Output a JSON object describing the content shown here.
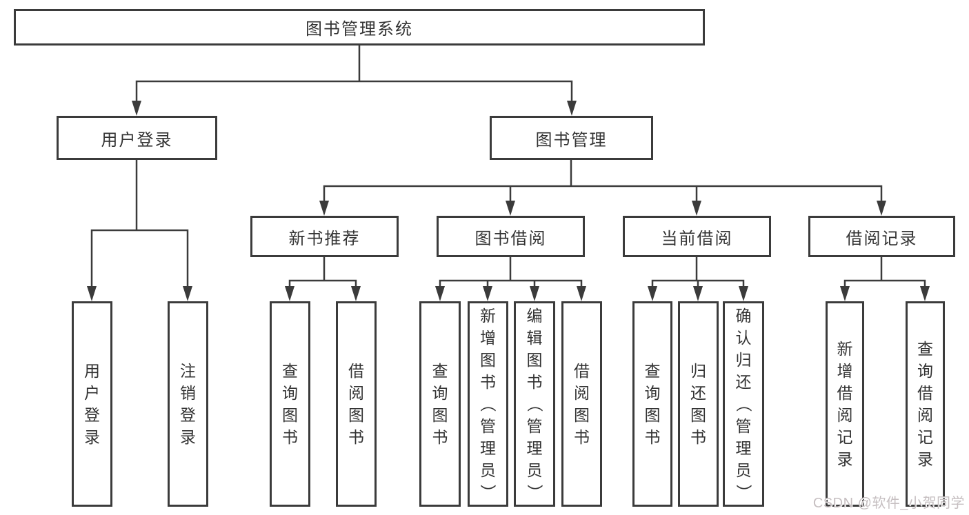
{
  "tree": {
    "label": "图书管理系统",
    "children": [
      {
        "label": "用户登录",
        "children": [
          {
            "label": "用户登录"
          },
          {
            "label": "注销登录"
          }
        ]
      },
      {
        "label": "图书管理",
        "children": [
          {
            "label": "新书推荐",
            "children": [
              {
                "label": "查询图书"
              },
              {
                "label": "借阅图书"
              }
            ]
          },
          {
            "label": "图书借阅",
            "children": [
              {
                "label": "查询图书"
              },
              {
                "label": "新增图书（管理员）"
              },
              {
                "label": "编辑图书（管理员）"
              },
              {
                "label": "借阅图书"
              }
            ]
          },
          {
            "label": "当前借阅",
            "children": [
              {
                "label": "查询图书"
              },
              {
                "label": "归还图书"
              },
              {
                "label": "确认归还（管理员）"
              }
            ]
          },
          {
            "label": "借阅记录",
            "children": [
              {
                "label": "新增借阅记录"
              },
              {
                "label": "查询借阅记录"
              }
            ]
          }
        ]
      }
    ]
  },
  "watermark": {
    "text": "CSDN @软件_小贺同学"
  },
  "colors": {
    "line": "#3b3b3b",
    "text": "#333333",
    "watermark": "#c6bfc1",
    "background": "#ffffff"
  }
}
